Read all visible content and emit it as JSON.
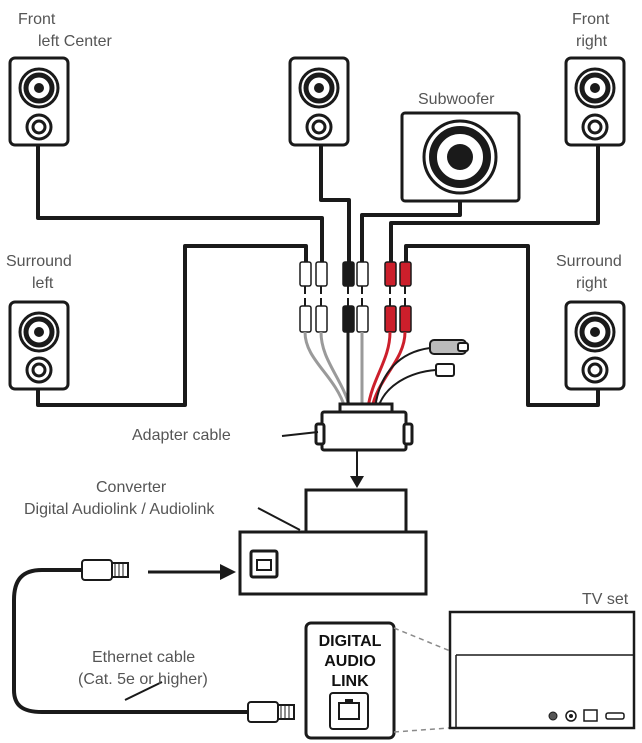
{
  "labels": {
    "front_left_line1": "Front",
    "front_left_line2": "left Center",
    "front_right_line1": "Front",
    "front_right_line2": "right",
    "subwoofer": "Subwoofer",
    "surround_left_line1": "Surround",
    "surround_left_line2": "left",
    "surround_right_line1": "Surround",
    "surround_right_line2": "right",
    "adapter_cable": "Adapter cable",
    "converter_line1": "Converter",
    "converter_line2": "Digital Audiolink / Audiolink",
    "ethernet_line1": "Ethernet cable",
    "ethernet_line2": "(Cat. 5e or higher)",
    "tv_set": "TV set",
    "dal_line1": "DIGITAL",
    "dal_line2": "AUDIO",
    "dal_line3": "LINK"
  },
  "colors": {
    "outline": "#1a1a1a",
    "red_plug": "#cc1f2b",
    "grey_cable": "#9a9a9a",
    "dashed": "#8a8a8a"
  }
}
